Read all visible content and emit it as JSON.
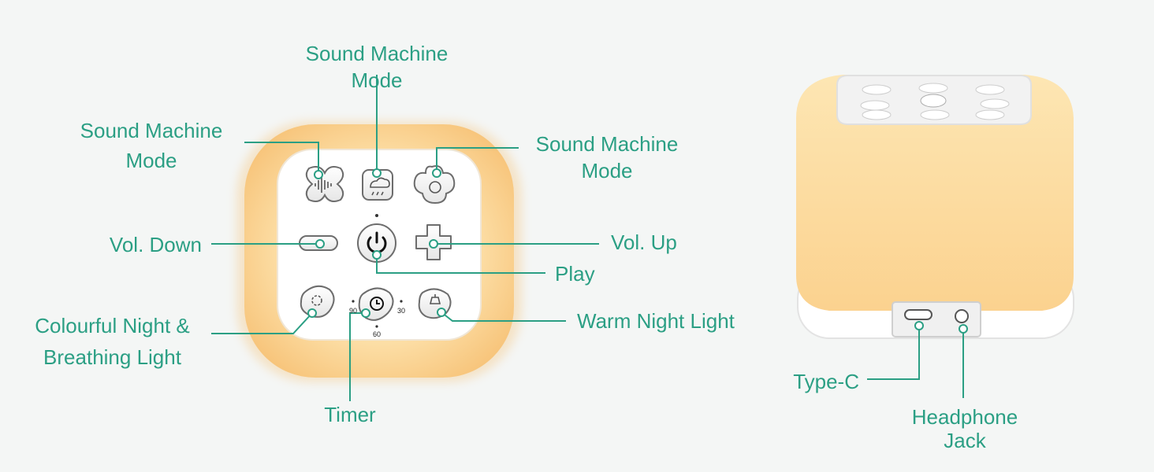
{
  "labels": {
    "sound_mode_top": [
      "Sound Machine",
      "Mode"
    ],
    "sound_mode_left": [
      "Sound Machine",
      "Mode"
    ],
    "sound_mode_right": [
      "Sound Machine",
      "Mode"
    ],
    "vol_down": "Vol. Down",
    "vol_up": "Vol. Up",
    "play": "Play",
    "colourful_light": [
      "Colourful Night &",
      "Breathing Light"
    ],
    "warm_light": "Warm Night Light",
    "timer": "Timer",
    "type_c": "Type-C",
    "headphone": [
      "Headphone",
      "Jack"
    ]
  },
  "timer_marks": {
    "left": "90",
    "right": "30",
    "bottom": "60"
  },
  "colors": {
    "accent": "#2b9f84",
    "device_glow": "#fbd28f",
    "panel": "#ffffff",
    "background": "#f4f6f5"
  }
}
